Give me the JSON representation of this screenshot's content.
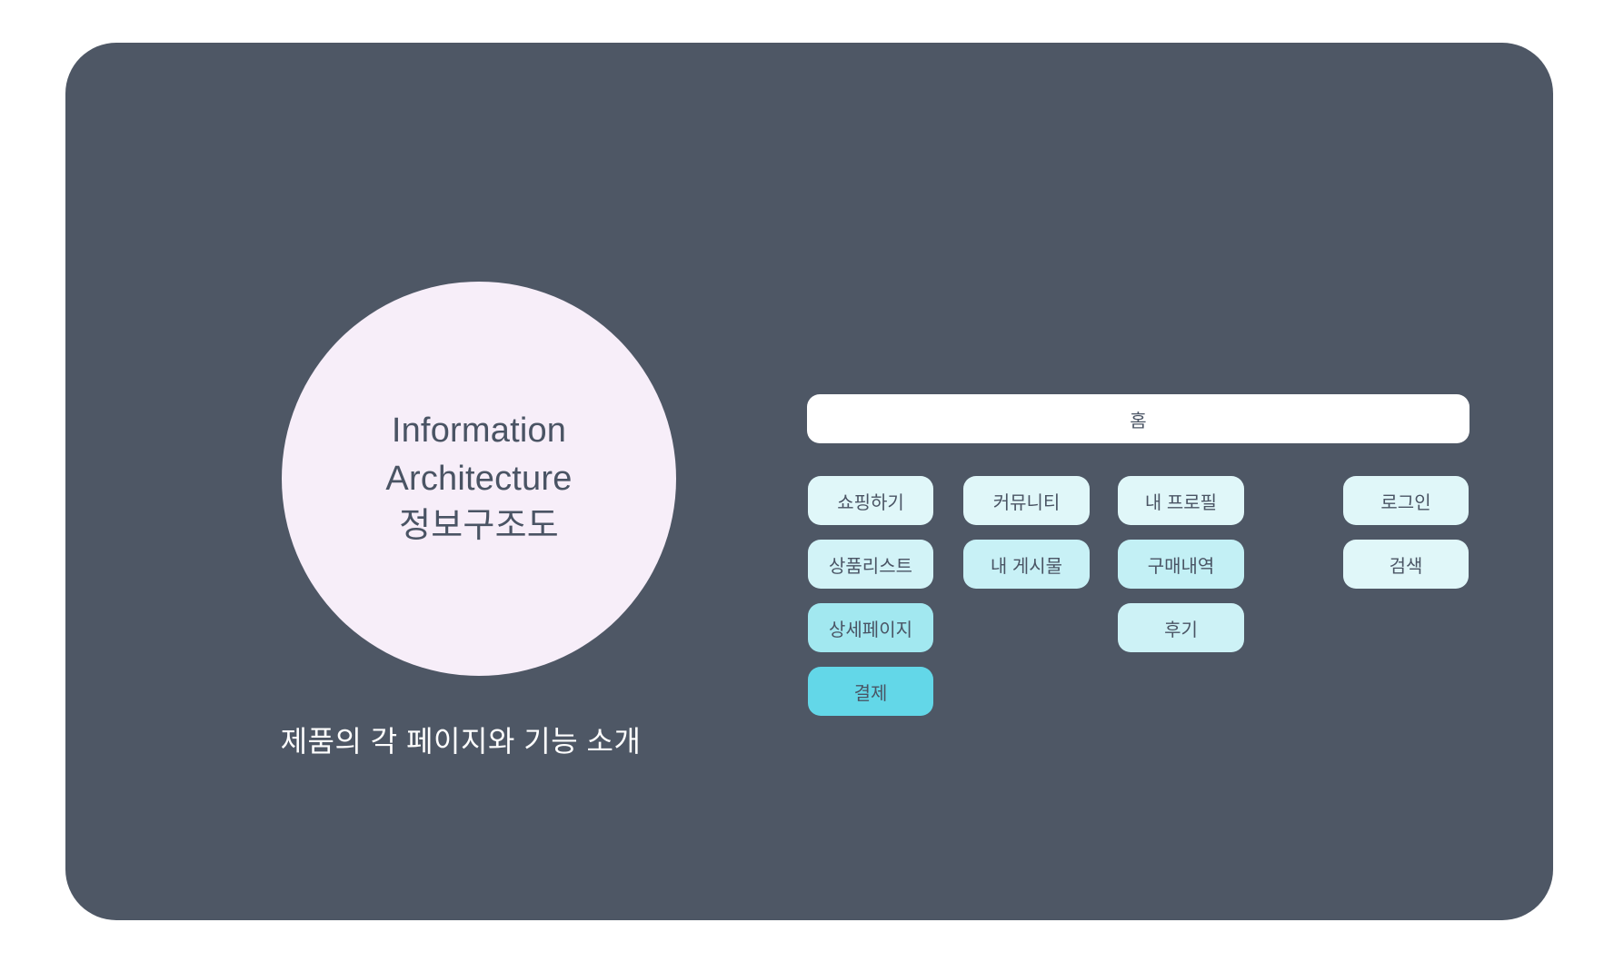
{
  "colors": {
    "page_bg": "#ffffff",
    "card_bg": "#4e5765",
    "circle_bg": "#f7eef9",
    "dark_text": "#4a5464",
    "light_text": "#ffffff"
  },
  "intro": {
    "title_lines": [
      "Information",
      "Architecture",
      "정보구조도"
    ],
    "caption": "제품의 각 페이지와 기능 소개"
  },
  "sitemap": {
    "root": {
      "id": "home",
      "label": "홈",
      "color": "#ffffff"
    },
    "columns": [
      {
        "items": [
          {
            "id": "shopping",
            "label": "쇼핑하기",
            "color": "#e0f7f9"
          },
          {
            "id": "product-list",
            "label": "상품리스트",
            "color": "#d2f3f7"
          },
          {
            "id": "detail-page",
            "label": "상세페이지",
            "color": "#a2e8f0"
          },
          {
            "id": "payment",
            "label": "결제",
            "color": "#63d7e8"
          }
        ]
      },
      {
        "items": [
          {
            "id": "community",
            "label": "커뮤니티",
            "color": "#e0f7f9"
          },
          {
            "id": "my-posts",
            "label": "내 게시물",
            "color": "#c8f1f6"
          }
        ]
      },
      {
        "items": [
          {
            "id": "my-profile",
            "label": "내 프로필",
            "color": "#e0f7f9"
          },
          {
            "id": "purchase-history",
            "label": "구매내역",
            "color": "#c3f0f5"
          },
          {
            "id": "review",
            "label": "후기",
            "color": "#cdf2f6"
          }
        ]
      },
      {
        "items": [
          {
            "id": "login",
            "label": "로그인",
            "color": "#e0f7f9"
          },
          {
            "id": "search",
            "label": "검색",
            "color": "#e0f7f9"
          }
        ]
      }
    ]
  }
}
